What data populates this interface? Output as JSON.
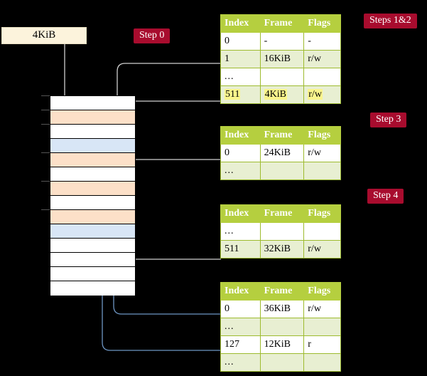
{
  "labels": {
    "step0": "Step 0",
    "steps12": "Steps 1&2",
    "step3": "Step 3",
    "step4": "Step 4",
    "callout_4kib": "4KiB"
  },
  "colors": {
    "badge": "#A80C2E",
    "table_header": "#B5CF3F",
    "table_alt_row": "#E8EFD2",
    "highlight": "#FAF58C",
    "callout_bg": "#FCF3DC",
    "mem_orange": "#FCE0C8",
    "mem_blue": "#D8E6F6",
    "wire_grey": "#BFBFBF",
    "wire_blue": "#6E96C4",
    "background": "#000000"
  },
  "columns": [
    "Index",
    "Frame",
    "Flags"
  ],
  "tables": [
    {
      "name": "level-4-table",
      "step": "Steps 1&2",
      "rows": [
        {
          "index": "0",
          "frame": "-",
          "flags": "-",
          "alt": false,
          "highlight": false
        },
        {
          "index": "1",
          "frame": "16KiB",
          "flags": "r/w",
          "alt": true,
          "highlight": false
        },
        {
          "index": "...",
          "frame": "",
          "flags": "",
          "alt": false,
          "highlight": false
        },
        {
          "index": "511",
          "frame": "4KiB",
          "flags": "r/w",
          "alt": true,
          "highlight": true
        }
      ]
    },
    {
      "name": "level-3-table",
      "step": "Step 3",
      "rows": [
        {
          "index": "0",
          "frame": "24KiB",
          "flags": "r/w",
          "alt": false,
          "highlight": false
        },
        {
          "index": "...",
          "frame": "",
          "flags": "",
          "alt": true,
          "highlight": false
        }
      ]
    },
    {
      "name": "level-2-table",
      "step": "Step 4",
      "rows": [
        {
          "index": "...",
          "frame": "",
          "flags": "",
          "alt": false,
          "highlight": false
        },
        {
          "index": "511",
          "frame": "32KiB",
          "flags": "r/w",
          "alt": true,
          "highlight": false
        }
      ]
    },
    {
      "name": "level-1-table",
      "step": "",
      "rows": [
        {
          "index": "0",
          "frame": "36KiB",
          "flags": "r/w",
          "alt": false,
          "highlight": false
        },
        {
          "index": "...",
          "frame": "",
          "flags": "",
          "alt": true,
          "highlight": false
        },
        {
          "index": "127",
          "frame": "12KiB",
          "flags": "r",
          "alt": false,
          "highlight": false
        },
        {
          "index": "...",
          "frame": "",
          "flags": "",
          "alt": true,
          "highlight": false
        }
      ]
    }
  ],
  "memory_column": {
    "name": "physical-memory-column",
    "rows": [
      {
        "fill": "white",
        "tick": true
      },
      {
        "fill": "orange",
        "tick": true
      },
      {
        "fill": "white",
        "tick": true
      },
      {
        "fill": "blue",
        "tick": false
      },
      {
        "fill": "orange",
        "tick": true
      },
      {
        "fill": "white",
        "tick": false
      },
      {
        "fill": "orange",
        "tick": true
      },
      {
        "fill": "white",
        "tick": false
      },
      {
        "fill": "orange",
        "tick": true
      },
      {
        "fill": "blue",
        "tick": false
      },
      {
        "fill": "white",
        "tick": false
      },
      {
        "fill": "white",
        "tick": false
      },
      {
        "fill": "white",
        "tick": false
      },
      {
        "fill": "white",
        "tick": false
      }
    ]
  }
}
